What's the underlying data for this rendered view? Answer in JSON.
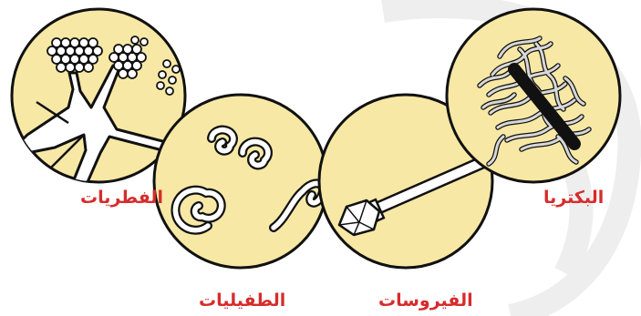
{
  "colors": {
    "circle_fill": "#f7e8a5",
    "outline": "#111111",
    "label": "#d62c2c",
    "watermark": "#eeeeee",
    "specimen_light": "#ffffff",
    "specimen_grey": "#dddddd"
  },
  "labels": {
    "fungi": "الفطريات",
    "parasites": "الطفيليات",
    "viruses": "الفيروسات",
    "bacteria": "البكتريا"
  }
}
